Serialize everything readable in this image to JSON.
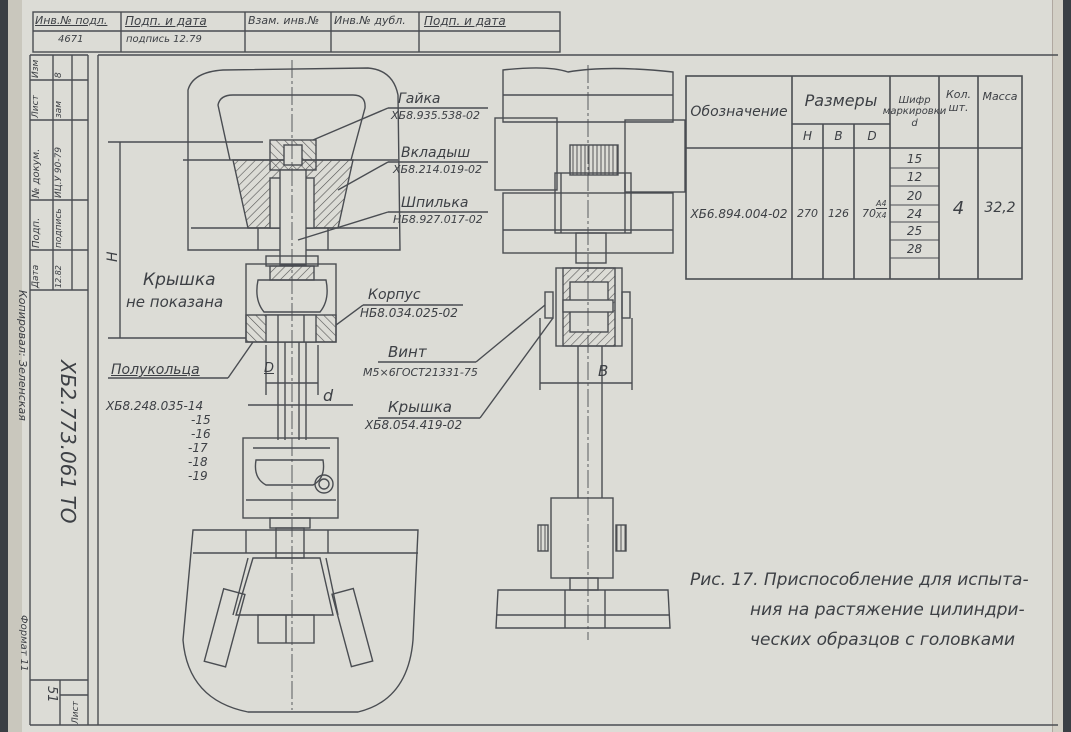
{
  "stamp_top": {
    "headers": [
      "Инв.№ подл.",
      "Подп. и дата",
      "Взам. инв.№",
      "Инв.№ дубл.",
      "Подп. и дата"
    ],
    "values": [
      "4671",
      "подпись 12.79",
      "",
      "",
      ""
    ]
  },
  "side_stamp": {
    "labels": [
      "Изм",
      "Лист",
      "№ докум.",
      "Подп.",
      "Дата"
    ],
    "values": [
      "8",
      "зам",
      "ИЦ.У 90-79",
      "подпись",
      "12.82"
    ],
    "document_code": "ХБ2.773.061 ТО",
    "sheet_label": "Лист",
    "sheet_number": "51"
  },
  "margin_notes": {
    "copied": "Копировал: Зеленская",
    "format": "Формат 11"
  },
  "callouts": {
    "nut": {
      "name": "Гайка",
      "code": "ХБ8.935.538-02"
    },
    "liner": {
      "name": "Вкладыш",
      "code": "ХБ8.214.019-02"
    },
    "stud": {
      "name": "Шпилька",
      "code": "НБ8.927.017-02"
    },
    "body": {
      "name": "Корпус",
      "code": "НБ8.034.025-02"
    },
    "screw": {
      "name": "Винт",
      "code": "М5×6ГОСТ21331-75"
    },
    "cover": {
      "name": "Крышка",
      "code": "ХБ8.054.419-02"
    },
    "half_rings": {
      "name": "Полукольца",
      "code": "ХБ8.248.035-14",
      "variants": [
        "-15",
        "-16",
        "-17",
        "-18",
        "-19"
      ]
    },
    "cover_note_line1": "Крышка",
    "cover_note_line2": "не показана"
  },
  "dimensions": {
    "H": "Н",
    "D": "D",
    "d": "d",
    "B": "В"
  },
  "spec_table": {
    "headers": {
      "designation": "Обозначение",
      "sizes": "Размеры",
      "h": "Н",
      "b": "В",
      "d_big": "D",
      "marking": "Шифр маркировки d",
      "qty": "Кол. шт.",
      "mass": "Масса"
    },
    "row": {
      "designation": "ХБ6.894.004-02",
      "h": "270",
      "b": "126",
      "d_big": "70",
      "fit_top": "А4",
      "fit_bottom": "Х4",
      "marking_codes": [
        "15",
        "12",
        "20",
        "24",
        "25",
        "28"
      ],
      "qty": "4",
      "mass": "32,2"
    }
  },
  "caption": {
    "line1": "Рис. 17. Приспособление для испыта-",
    "line2": "ния на растяжение цилиндри-",
    "line3": "ческих образцов с головками"
  }
}
